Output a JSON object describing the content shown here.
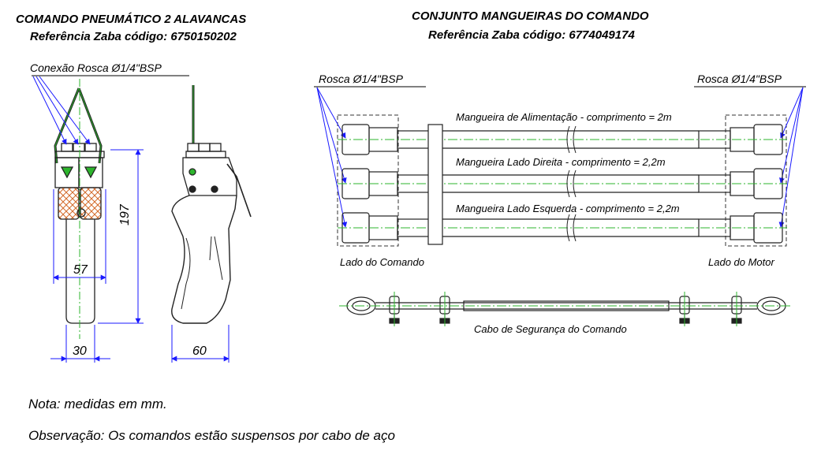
{
  "left_panel": {
    "title": "COMANDO PNEUMÁTICO 2 ALAVANCAS",
    "reference": "Referência Zaba código: 6750150202",
    "thread_label": "Conexão Rosca Ø1/4\"BSP",
    "dims": {
      "width_front": "57",
      "height": "197",
      "base_front": "30",
      "depth_side": "60"
    }
  },
  "right_panel": {
    "title": "CONJUNTO MANGUEIRAS DO COMANDO",
    "reference": "Referência Zaba código: 6774049174",
    "thread_left": "Rosca Ø1/4\"BSP",
    "thread_right": "Rosca Ø1/4\"BSP",
    "hoses": [
      "Mangueira de Alimentação - comprimento = 2m",
      "Mangueira Lado Direita - comprimento = 2,2m",
      "Mangueira Lado Esquerda - comprimento = 2,2m"
    ],
    "side_left": "Lado do Comando",
    "side_right": "Lado do Motor",
    "cable": "Cabo de Segurança do Comando"
  },
  "notes": {
    "nota": "Nota: medidas em mm.",
    "observacao": "Observação: Os comandos estão suspensos por cabo de aço"
  },
  "colors": {
    "dimension": "#1a1aff",
    "centerline": "#2db52d",
    "outline": "#222222",
    "braid": "#d36a2a"
  }
}
